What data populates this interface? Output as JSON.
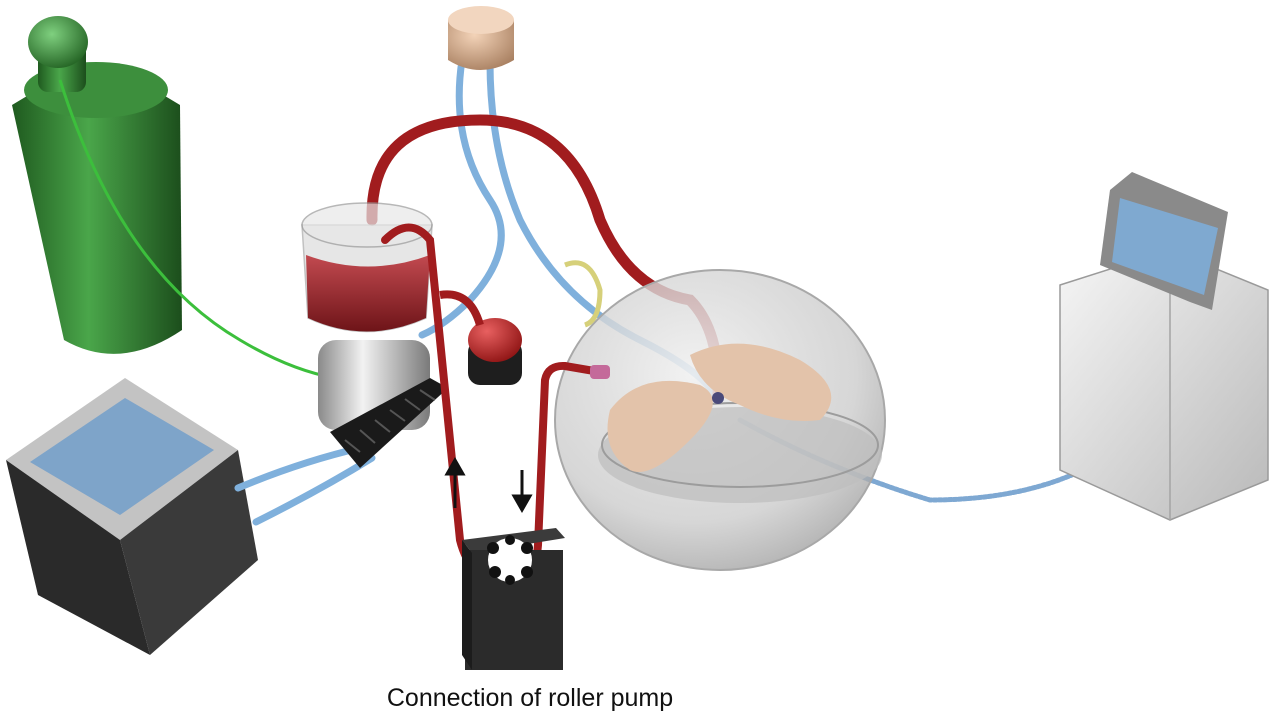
{
  "caption": "Connection of roller pump",
  "colors": {
    "arterial_tube": "#a11c1e",
    "venous_tube": "#7fb0dc",
    "gas_line": "#3cbf3c",
    "gas_cylinder": "#2f7d2f",
    "dome": "#c8c8c8",
    "lung_tissue": "#e3c3aa",
    "pump_housing": "#2b2b2b",
    "monitor_screen": "#7fa9d0",
    "reservoir_blood": "#8e1f24"
  },
  "components": [
    {
      "name": "gas-cylinder",
      "icon": "cylinder-icon"
    },
    {
      "name": "water-bath",
      "icon": "box-icon"
    },
    {
      "name": "blood-reservoir",
      "icon": "beaker-icon"
    },
    {
      "name": "oxygenator",
      "icon": "oxygenator-icon"
    },
    {
      "name": "roller-pump",
      "icon": "pump-icon"
    },
    {
      "name": "organ-chamber",
      "icon": "dome-icon"
    },
    {
      "name": "ventilator-monitor",
      "icon": "monitor-icon"
    },
    {
      "name": "pressure-sensor",
      "icon": "sensor-icon"
    }
  ],
  "flow_arrows": [
    {
      "name": "flow-arrow-up",
      "direction": "up"
    },
    {
      "name": "flow-arrow-down",
      "direction": "down"
    }
  ]
}
